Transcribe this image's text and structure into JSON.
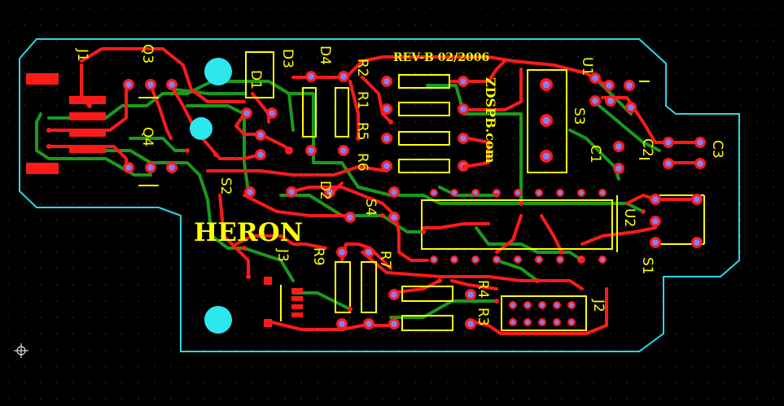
{
  "board": {
    "revision": "REV-B 02/2006",
    "name": "HERON",
    "vendor_text": "ZDSPB.com"
  },
  "refdes": {
    "J1": "J1",
    "J2": "J2",
    "J3": "J3",
    "Q3": "Q3",
    "Q4": "Q4",
    "D1": "D1",
    "D2": "D2",
    "D3": "D3",
    "D4": "D4",
    "R1": "R1",
    "R2": "R2",
    "R3": "R3",
    "R4": "R4",
    "R5": "R5",
    "R6": "R6",
    "R7": "R7",
    "R9": "R9",
    "S1": "S1",
    "S2": "S2",
    "S3": "S3",
    "S4": "S4",
    "U1": "U1",
    "U2": "U2",
    "C1": "C1",
    "C2": "C2",
    "C3": "C3"
  },
  "colors": {
    "background": "#000000",
    "board_outline": "#2ad8e6",
    "top_copper": "#ff1a1a",
    "bottom_copper": "#1a9a1a",
    "silkscreen": "#ffff00",
    "pad_hole": "#8080ff"
  }
}
